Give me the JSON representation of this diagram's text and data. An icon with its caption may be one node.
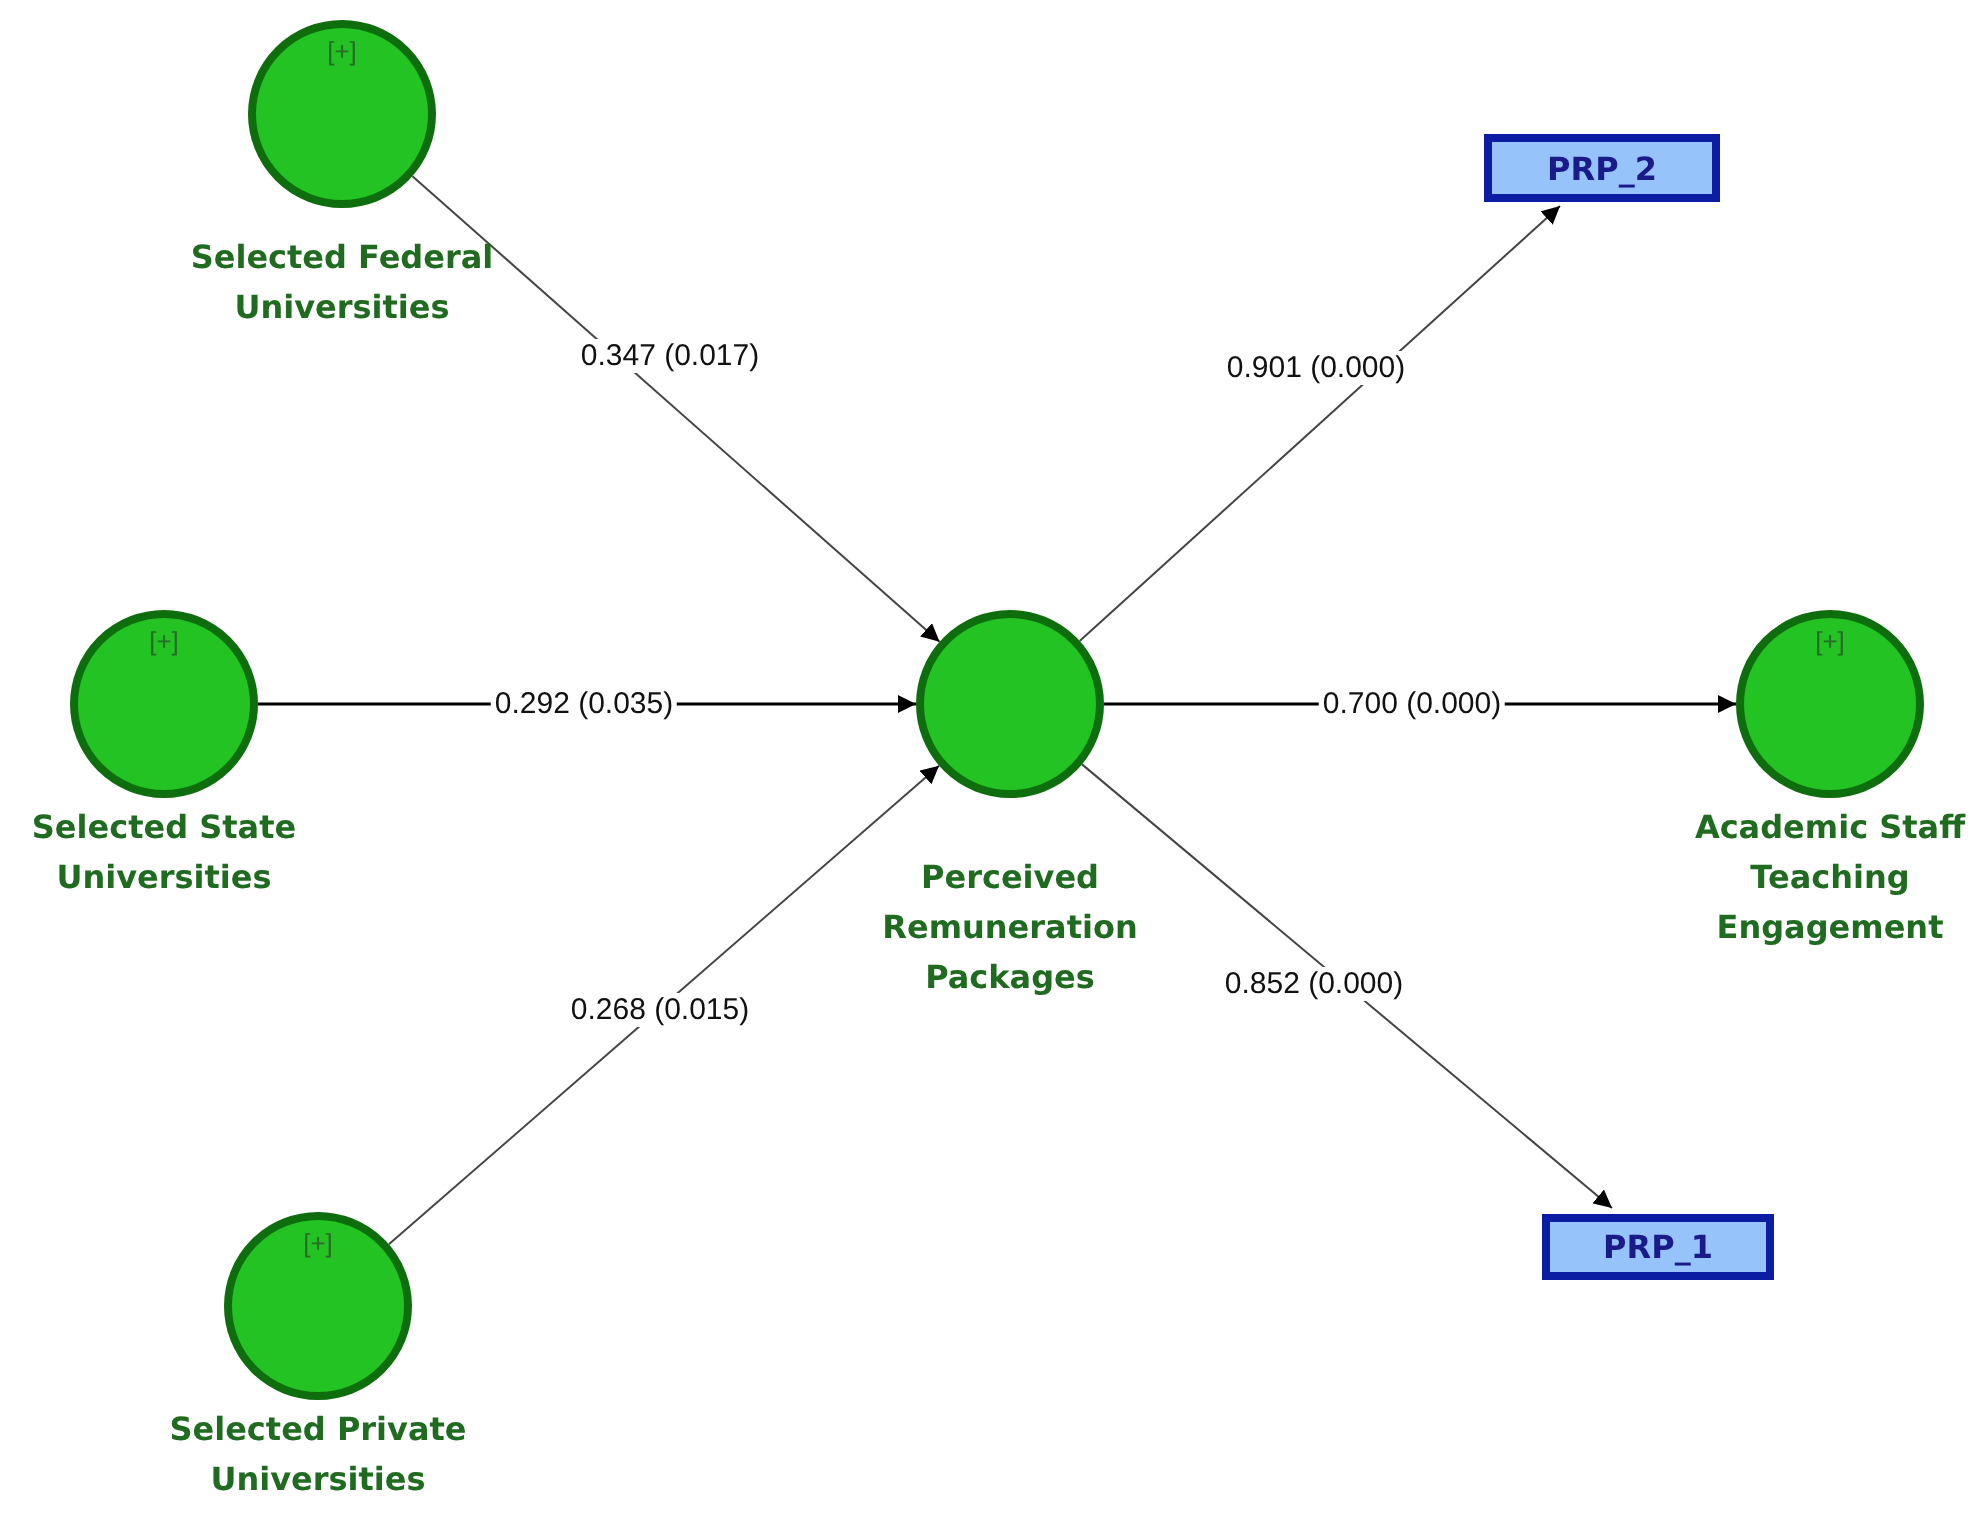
{
  "diagram": {
    "nodes": [
      {
        "text": [
          "[+]",
          "Selected Federal Universities"
        ]
      },
      {
        "text": [
          "[+]",
          "Selected State Universities"
        ]
      },
      {
        "text": [
          "[+]",
          "Selected Private Universities"
        ]
      },
      {
        "text": [
          "Perceived Remuneration Packages"
        ]
      },
      {
        "text": [
          "PRP_2"
        ]
      },
      {
        "text": [
          "[+]",
          "Academic Staff Teaching Engagement"
        ]
      },
      {
        "text": [
          "PRP_1"
        ]
      }
    ],
    "edges": [
      {
        "from": 0,
        "to": 3,
        "arrow": "to",
        "label": "0.347 (0.017)"
      },
      {
        "from": 1,
        "to": 3,
        "arrow": "to",
        "label": "0.292 (0.035)"
      },
      {
        "from": 2,
        "to": 3,
        "arrow": "to",
        "label": "0.268 (0.015)"
      },
      {
        "from": 3,
        "to": 4,
        "arrow": "to",
        "label": "0.901 (0.000)"
      },
      {
        "from": 3,
        "to": 5,
        "arrow": "to",
        "label": "0.700 (0.000)"
      },
      {
        "from": 3,
        "to": 6,
        "arrow": "to",
        "label": "0.852 (0.000)"
      }
    ]
  }
}
